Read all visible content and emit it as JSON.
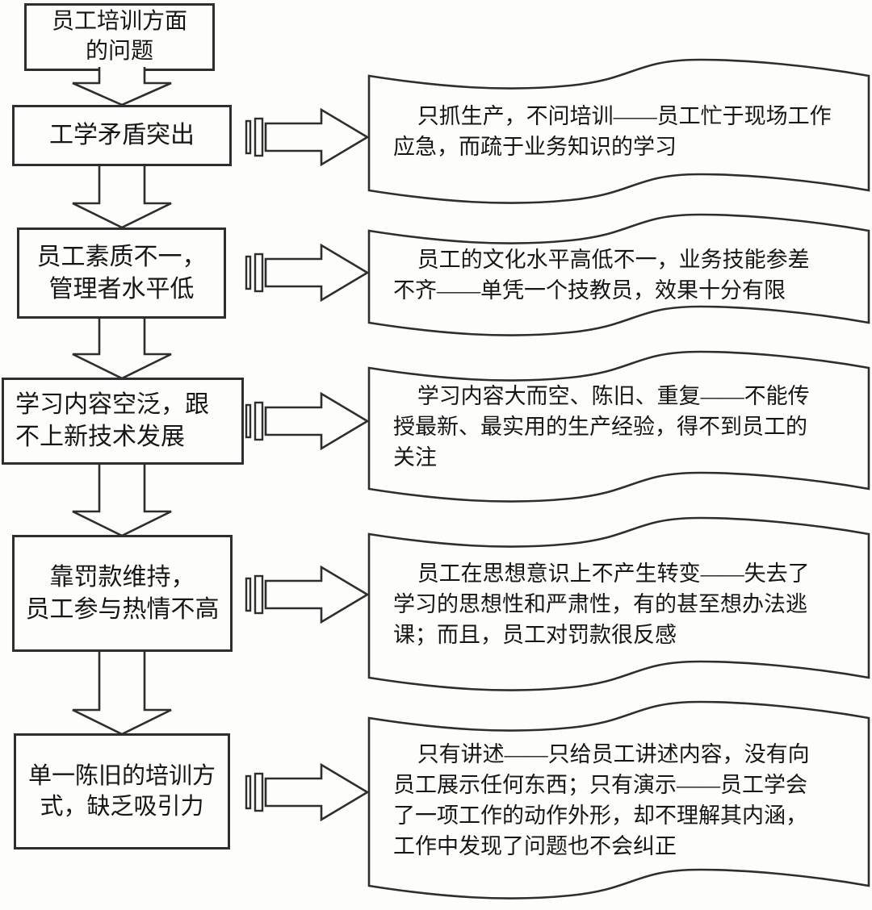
{
  "title_box": "员工培训方面\n的问题",
  "rows": [
    {
      "problem": "工学矛盾突出",
      "detail": "只抓生产，不问培训——员工忙于现场工作\n应急，而疏于业务知识的学习"
    },
    {
      "problem": "员工素质不一，\n管理者水平低",
      "detail": "员工的文化水平高低不一，业务技能参差\n不齐——单凭一个技教员，效果十分有限"
    },
    {
      "problem": "学习内容空泛，跟\n不上新技术发展",
      "detail": "学习内容大而空、陈旧、重复——不能传\n授最新、最实用的生产经验，得不到员工的\n关注"
    },
    {
      "problem": "靠罚款维持，\n员工参与热情不高",
      "detail": "员工在思想意识上不产生转变——失去了\n学习的思想性和严肃性，有的甚至想办法逃\n课；而且，员工对罚款很反感"
    },
    {
      "problem": "单一陈旧的培训方\n式，缺乏吸引力",
      "detail": "只有讲述——只给员工讲述内容，没有向\n员工展示任何东西；只有演示——员工学会\n了一项工作的动作外形，却不理解其内涵，\n工作中发现了问题也不会纠正"
    }
  ],
  "colors": {
    "stroke": "#2e2e2e",
    "text": "#161616",
    "background": "#fdfdfb"
  }
}
